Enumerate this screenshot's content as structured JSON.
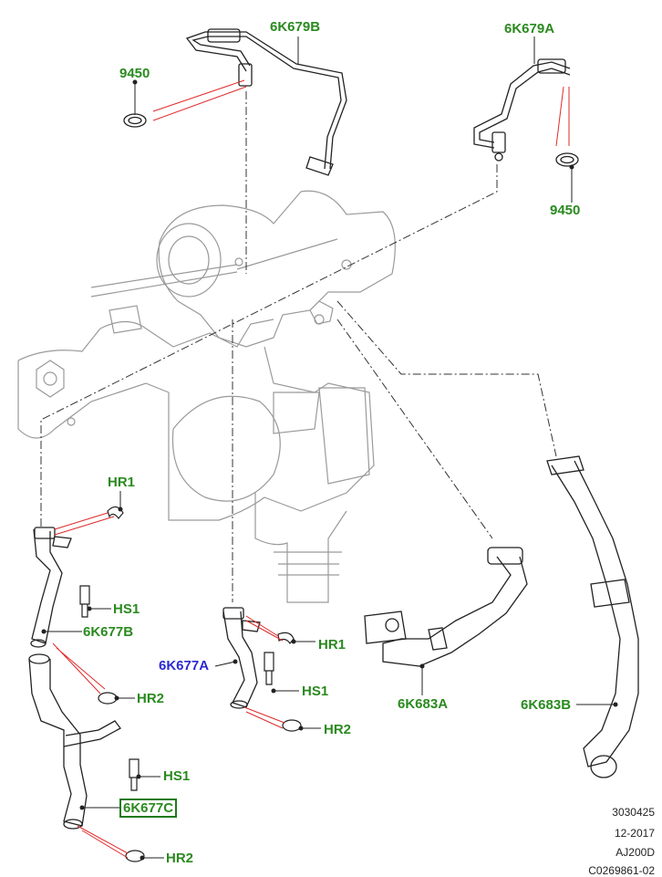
{
  "callouts": {
    "pipe_6k679b": "6K679B",
    "pipe_6k679a": "6K679A",
    "seal_9450_left": "9450",
    "seal_9450_right": "9450",
    "hr1_left": "HR1",
    "hs1_upper": "HS1",
    "hose_6k677b": "6K677B",
    "hr2_upper": "HR2",
    "hs1_lower": "HS1",
    "pipe_6k677c": "6K677C",
    "hr2_lower": "HR2",
    "pipe_6k677a": "6K677A",
    "hr1_center": "HR1",
    "hs1_center": "HS1",
    "hr2_center": "HR2",
    "hose_6k683a": "6K683A",
    "hose_6k683b": "6K683B"
  },
  "stamp": {
    "ref": "3030425",
    "date": "12-2017",
    "engine": "AJ200D",
    "code": "C0269861-02"
  },
  "colors": {
    "callout_green": "#2a8a1f",
    "callout_blue": "#2a2ad2",
    "leader_red": "#e02a2a",
    "outline": "#222222",
    "ghost_outline": "#9a9a9a"
  }
}
